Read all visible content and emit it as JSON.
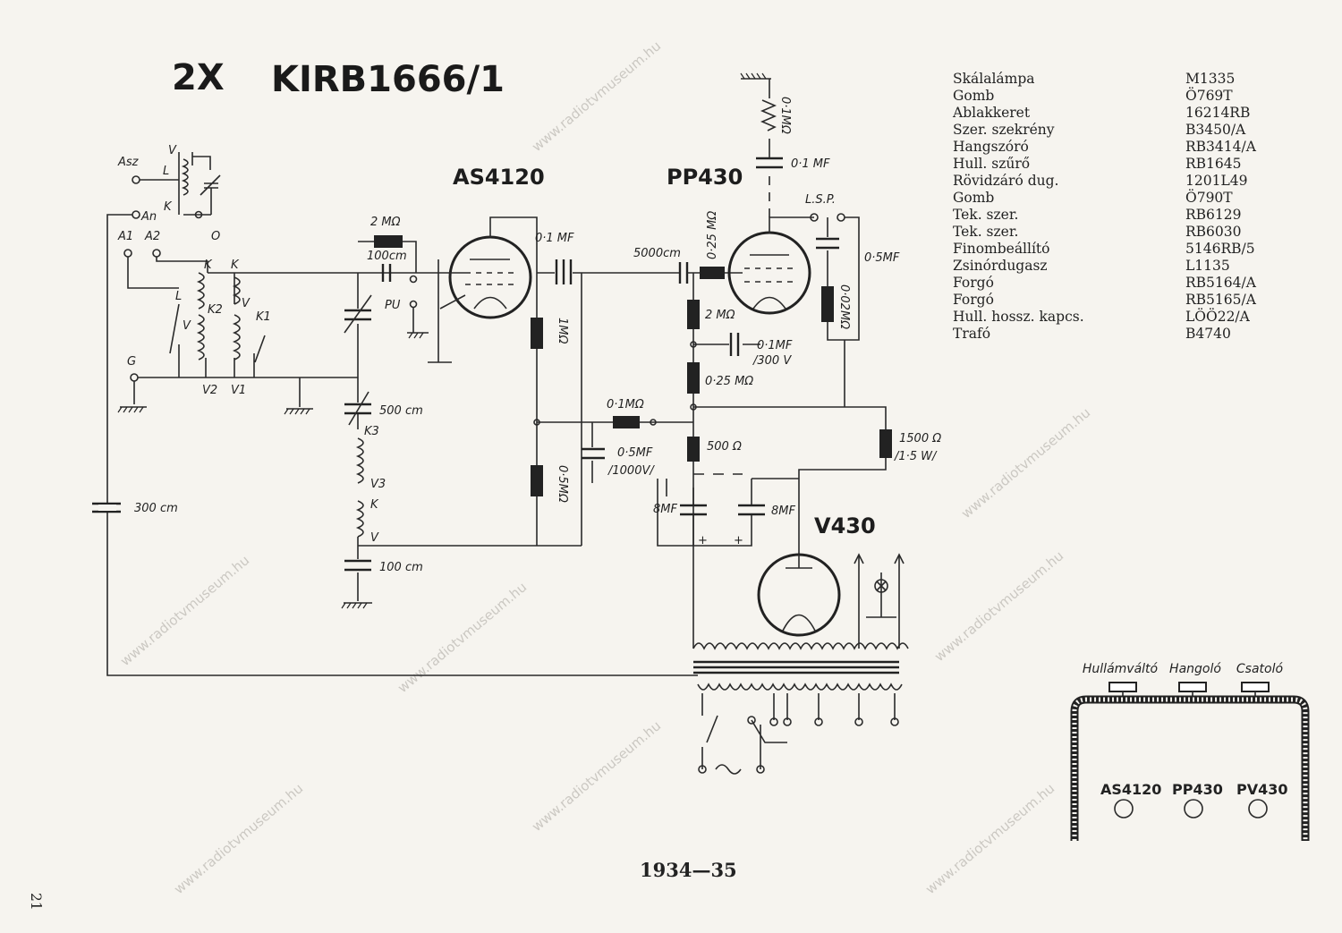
{
  "title": {
    "prefix": "2X",
    "model": "KIRB1666/1"
  },
  "tubes": {
    "t1": "AS4120",
    "t2": "PP430",
    "t3": "V430"
  },
  "terminals": {
    "asz": "Asz",
    "an": "An",
    "a1": "A1",
    "a2": "A2",
    "g": "G",
    "pu": "PU",
    "lsp": "L.S.P."
  },
  "coil_labels": {
    "v": "V",
    "l": "L",
    "k": "K",
    "o": "O",
    "k_b": "K",
    "l_b": "L",
    "k2": "K2",
    "k1": "K1",
    "v_b": "V",
    "v_c": "V",
    "v2": "V2",
    "v1": "V1",
    "k3": "K3",
    "v3": "V3",
    "k4": "K",
    "v4": "V"
  },
  "components": {
    "r_2m": "2 MΩ",
    "c_100cm": "100cm",
    "c_01mf": "0·1 MF",
    "c_5000cm": "5000cm",
    "r_025m": "0·25 MΩ",
    "r_2m_b": "2 MΩ",
    "c_01mf_300": "0·1MF",
    "c_300v": "/300 V",
    "r_025m_b": "0·25 MΩ",
    "r_01m": "0·1MΩ",
    "r_500": "500 Ω",
    "r_1500": "1500 Ω",
    "r_1500_w": "/1·5 W/",
    "c_05mf": "0·5MF",
    "c_1000v": "/1000V/",
    "r_05m": "0·5MΩ",
    "r_1m": "1MΩ",
    "c_8mf_a": "8MF",
    "c_8mf_b": "8MF",
    "c_500cm": "500 cm",
    "c_100cm_b": "100 cm",
    "c_300cm": "300 cm",
    "c_01mf_top": "0·1 MF",
    "r_01m_top": "0·1MΩ",
    "c_05mf_b": "0·5MF",
    "r_002m": "0·02MΩ",
    "plus_a": "+",
    "plus_b": "+"
  },
  "parts_list": [
    {
      "name": "Skálalámpa",
      "code": "M1335"
    },
    {
      "name": "Gomb",
      "code": "Ö769T"
    },
    {
      "name": "Ablakkeret",
      "code": "16214RB"
    },
    {
      "name": "Szer. szekrény",
      "code": "B3450/A"
    },
    {
      "name": "Hangszóró",
      "code": "RB3414/A"
    },
    {
      "name": "Hull. szűrő",
      "code": "RB1645"
    },
    {
      "name": "Rövidzáró dug.",
      "code": "1201L49"
    },
    {
      "name": "Gomb",
      "code": "Ö790T"
    },
    {
      "name": "Tek. szer.",
      "code": "RB6129"
    },
    {
      "name": "Tek. szer.",
      "code": "RB6030"
    },
    {
      "name": "Finombeállító",
      "code": "5146RB/5"
    },
    {
      "name": "Zsinórdugasz",
      "code": "L1135"
    },
    {
      "name": "Forgó",
      "code": "RB5164/A"
    },
    {
      "name": "Forgó",
      "code": "RB5165/A"
    },
    {
      "name": "Hull. hossz. kapcs.",
      "code": "LÖÖ22/A"
    },
    {
      "name": "Trafó",
      "code": "B4740"
    }
  ],
  "chassis": {
    "knobs": [
      "Hullámváltó",
      "Hangoló",
      "Csatoló"
    ],
    "sockets": [
      "AS4120",
      "PP430",
      "PV430"
    ]
  },
  "footer": {
    "years": "1934—35",
    "page": "21"
  },
  "watermark": "www.radiotvmuseum.hu"
}
